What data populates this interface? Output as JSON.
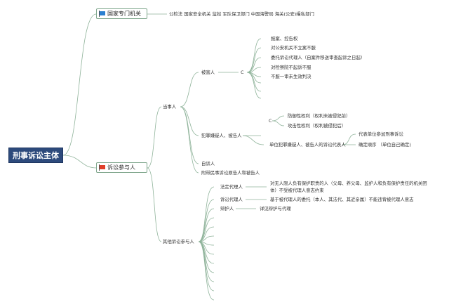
{
  "root": {
    "title": "刑事诉讼主体"
  },
  "branch_state": {
    "label": "国家专门机关",
    "detail": "公检法 国家安全机关 监狱 军队保卫部门 中国海警局 海关(公安)缉私部门",
    "flag_color": "#2a7fd0"
  },
  "branch_participants": {
    "label": "诉讼参与人",
    "flag_color": "#e0402a",
    "parties": {
      "label": "当事人",
      "victim": {
        "label": "被害人",
        "marker": "C",
        "items": [
          "报案、控告权",
          "对公安机关不立案不服",
          "委托诉讼代理人（自案件移送审查起诉之日起）",
          "对检察院不起诉不服",
          "不服一审未生效判决"
        ]
      },
      "suspect": {
        "label": "犯罪嫌疑人、被告人",
        "marker": "C",
        "rights": [
          "防御性权利（权利未被侵犯前）",
          "攻击性权利（权利被侵犯后）"
        ],
        "unit": {
          "label": "单位犯罪嫌疑人、被告人的诉讼代表人",
          "items": [
            "代表单位参加刑事诉讼",
            "确定顺序 （单位自己确定)"
          ]
        }
      },
      "private_prosecutor": "自诉人",
      "civil": "附带民事诉讼原告人和被告人"
    },
    "others": {
      "label": "其他诉讼参与人",
      "legal_rep": {
        "label": "法定代理人",
        "text_line1": "对无人限人负有保护职责的人（父母、养父母、监护人和负有保护责任的机关团",
        "text_line2": "体）不受被代理人意志约束"
      },
      "litigation_agent": {
        "label": "诉讼代理人",
        "text": "基于被代理人的委托（本人、其法代、其近亲属）不能违背被代理人意志"
      },
      "defender": {
        "label": "辩护人",
        "text": "详见辩护与代理"
      }
    }
  }
}
